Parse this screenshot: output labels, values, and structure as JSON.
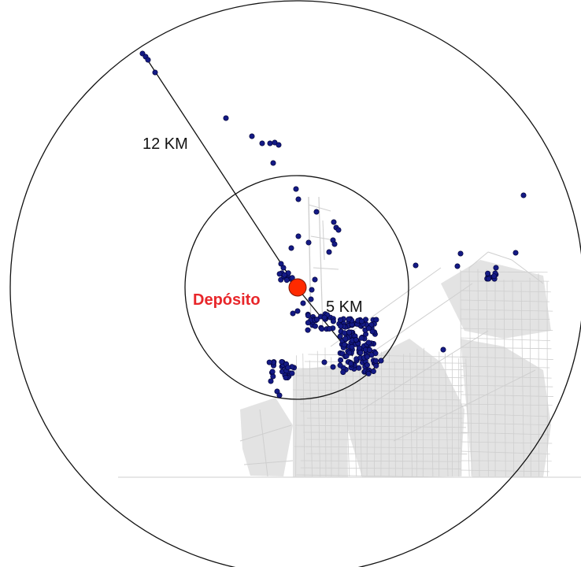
{
  "labels": {
    "outer_radius": "12 KM",
    "inner_radius": "5 KM",
    "depot": "Depósito"
  },
  "colors": {
    "depot": "#ff2a00",
    "depot_label": "#e8262a",
    "points": "#141a85",
    "point_stroke": "#000033",
    "rings": "#111111",
    "streets": "#cfcfcf",
    "urban_fill": "#e3e3e3"
  },
  "map": {
    "rings_km": [
      5,
      12
    ],
    "depot_icon": "depot-marker",
    "customer_icon": "customer-point"
  }
}
